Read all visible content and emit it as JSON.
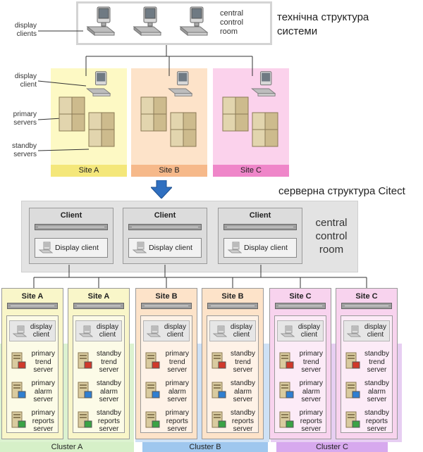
{
  "colors": {
    "site_a": "#fdf9c4",
    "site_b": "#fde3c9",
    "site_c": "#fbd2ec",
    "cluster_a": "#d6f0c8",
    "cluster_b": "#c5dcf3",
    "cluster_c": "#e3c6f0",
    "arrow": "#2f6fc0"
  },
  "top": {
    "room_label": "central\ncontrol\nroom",
    "display_clients_label": "display\nclients",
    "display_client_label": "display\nclient",
    "primary_servers_label": "primary\nservers",
    "standby_servers_label": "standby\nservers",
    "sites": [
      "Site A",
      "Site B",
      "Site C"
    ],
    "heading": "технічна структура\nсистеми"
  },
  "arrow_icon": "down-arrow-icon",
  "middle": {
    "heading": "серверна структура Citect",
    "room_label": "central\ncontrol\nroom",
    "clients": [
      {
        "title": "Client",
        "display": "Display client"
      },
      {
        "title": "Client",
        "display": "Display client"
      },
      {
        "title": "Client",
        "display": "Display client"
      }
    ]
  },
  "bottom": {
    "columns": [
      {
        "title": "Site A",
        "display": "display\nclient",
        "servers": [
          "primary\ntrend\nserver",
          "primary\nalarm\nserver",
          "primary\nreports\nserver"
        ]
      },
      {
        "title": "Site A",
        "display": "display\nclient",
        "servers": [
          "standby\ntrend\nserver",
          "standby\nalarm\nserver",
          "standby\nreports\nserver"
        ]
      },
      {
        "title": "Site B",
        "display": "display\nclient",
        "servers": [
          "primary\ntrend\nserver",
          "primary\nalarm\nserver",
          "primary\nreports\nserver"
        ]
      },
      {
        "title": "Site B",
        "display": "display\nclient",
        "servers": [
          "standby\ntrend\nserver",
          "standby\nalarm\nserver",
          "standby\nreports\nserver"
        ]
      },
      {
        "title": "Site C",
        "display": "display\nclient",
        "servers": [
          "primary\ntrend\nserver",
          "primary\nalarm\nserver",
          "primary\nreports\nserver"
        ]
      },
      {
        "title": "Site C",
        "display": "display\nclient",
        "servers": [
          "standby\ntrend\nserver",
          "standby\nalarm\nserver",
          "standby\nreports\nserver"
        ]
      }
    ],
    "clusters": [
      "Cluster A",
      "Cluster B",
      "Cluster C"
    ]
  }
}
